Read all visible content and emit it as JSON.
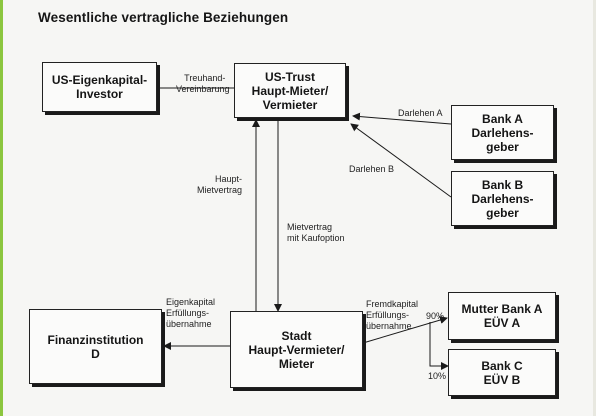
{
  "title": "Wesentliche vertragliche Beziehungen",
  "nodes": {
    "investor": {
      "lines": [
        "US-Eigenkapital-",
        "Investor"
      ]
    },
    "trust": {
      "lines": [
        "US-Trust",
        "Haupt-Mieter/",
        "Vermieter"
      ]
    },
    "bank_a": {
      "lines": [
        "Bank A",
        "Darlehens-",
        "geber"
      ]
    },
    "bank_b": {
      "lines": [
        "Bank B",
        "Darlehens-",
        "geber"
      ]
    },
    "finanz": {
      "lines": [
        "Finanzinstitution",
        "D"
      ]
    },
    "stadt": {
      "lines": [
        "Stadt",
        "Haupt-Vermieter/",
        "Mieter"
      ]
    },
    "mutter": {
      "lines": [
        "Mutter Bank A",
        "EÜV A"
      ]
    },
    "bank_c": {
      "lines": [
        "Bank C",
        "EÜV B"
      ]
    }
  },
  "labels": {
    "treuhand": [
      "Treuhand-",
      "Vereinbarung"
    ],
    "darlehen_a": "Darlehen A",
    "darlehen_b": "Darlehen B",
    "haupt_mietvertrag": [
      "Haupt-",
      "Mietvertrag"
    ],
    "mietvertrag_option": [
      "Mietvertrag",
      "mit Kaufoption"
    ],
    "eigenkapital": [
      "Eigenkapital",
      "Erfüllungs-",
      "übernahme"
    ],
    "fremdkapital": [
      "Fremdkapital",
      "Erfüllungs-",
      "übernahme"
    ],
    "pct_90": "90%",
    "pct_10": "10%"
  }
}
